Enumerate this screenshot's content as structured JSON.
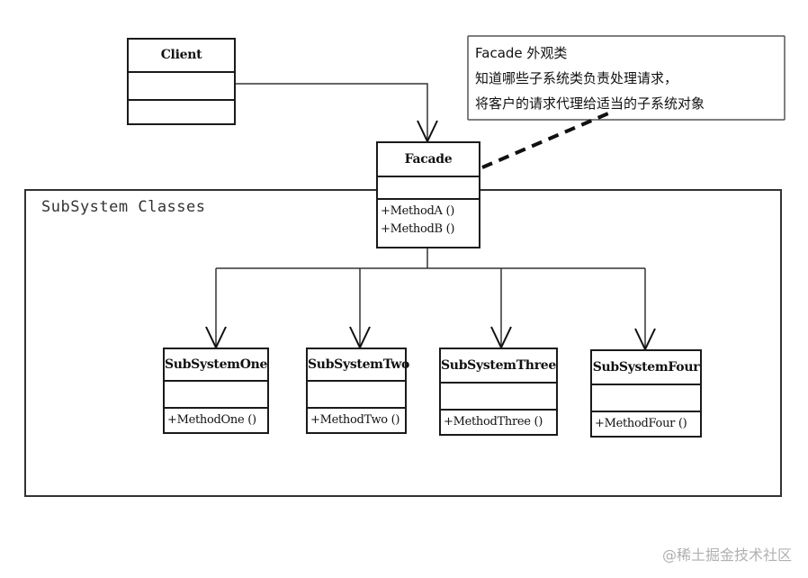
{
  "diagram": {
    "package_label": "SubSystem Classes",
    "note_lines": [
      "Facade  外观类",
      "知道哪些子系统类负责处理请求，",
      "将客户的请求代理给适当的子系统对象"
    ],
    "client": {
      "name": "Client"
    },
    "facade": {
      "name": "Facade",
      "methods": [
        "+MethodA ()",
        "+MethodB ()"
      ]
    },
    "subsystems": [
      {
        "name": "SubSystemOne",
        "method": "+MethodOne ()"
      },
      {
        "name": "SubSystemTwo",
        "method": "+MethodTwo ()"
      },
      {
        "name": "SubSystemThree",
        "method": "+MethodThree ()"
      },
      {
        "name": "SubSystemFour",
        "method": "+MethodFour ()"
      }
    ]
  },
  "watermark": "@稀土掘金技术社区"
}
